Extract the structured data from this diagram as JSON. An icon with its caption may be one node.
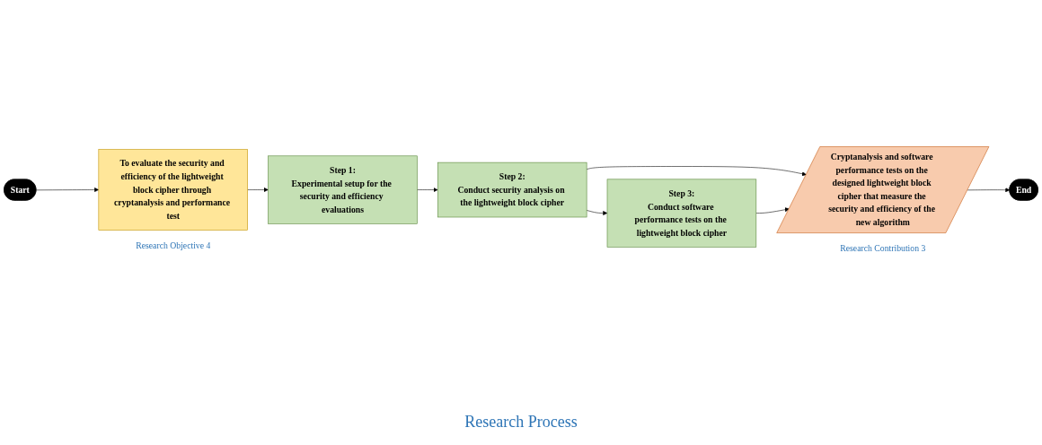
{
  "diagram": {
    "nodes": [
      {
        "text": [
          "Start"
        ]
      },
      {
        "text": [
          "To evaluate the security and efficiency of the lightweight block cipher through cryptanalysis and performance test"
        ],
        "beside": [
          "Research Objective 4"
        ]
      },
      {
        "text": [
          "Step 1:",
          "Experimental setup for the security and efficiency evaluations"
        ]
      },
      {
        "text": [
          "Step 2:",
          "Conduct security analysis on the lightweight block cipher"
        ]
      },
      {
        "text": [
          "Step 3:",
          "Conduct software performance tests on the lightweight block cipher"
        ]
      },
      {
        "text": [
          "Cryptanalysis and software performance tests on the designed lightweight block cipher that measure the security and efficiency of the new algorithm"
        ],
        "beside": [
          "Research Contribution 3"
        ]
      },
      {
        "text": [
          "End"
        ]
      }
    ],
    "edges": [
      {
        "from": 0,
        "to": 1,
        "arrow": "to"
      },
      {
        "from": 1,
        "to": 2,
        "arrow": "to"
      },
      {
        "from": 2,
        "to": 3,
        "arrow": "to"
      },
      {
        "from": 3,
        "to": 4,
        "arrow": "to"
      },
      {
        "from": 3,
        "to": 5,
        "arrow": "to"
      },
      {
        "from": 4,
        "to": 5,
        "arrow": "to"
      },
      {
        "from": 5,
        "to": 6,
        "arrow": "to"
      }
    ],
    "labels": [
      "Research Process"
    ]
  }
}
